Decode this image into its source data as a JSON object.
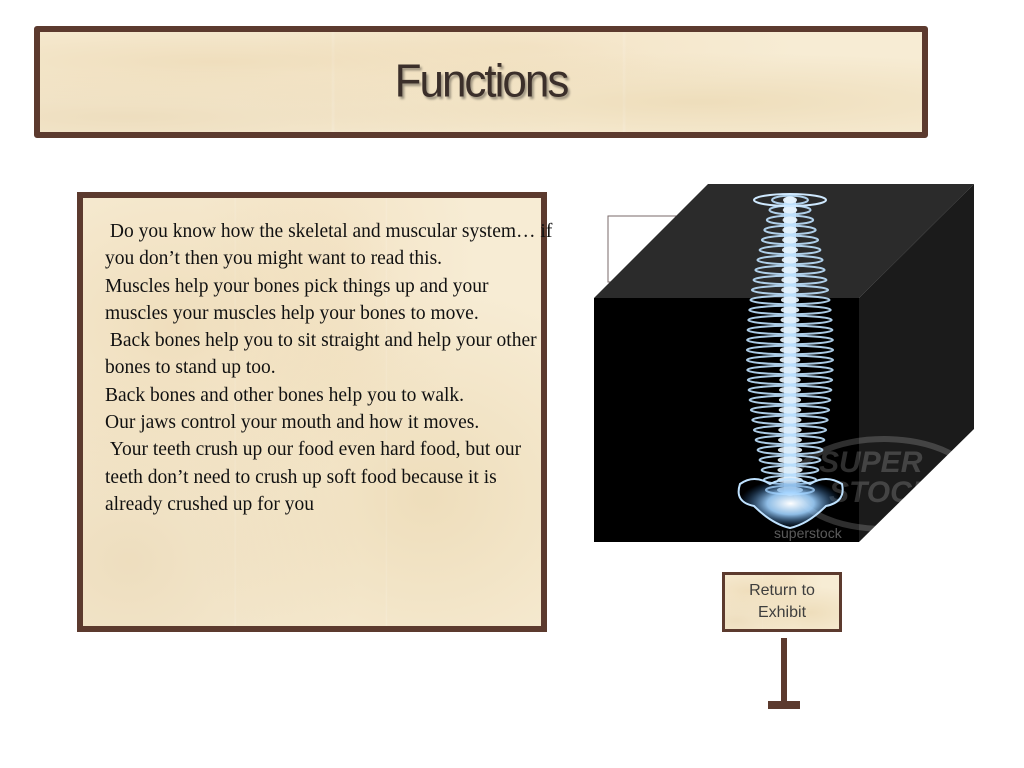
{
  "title": "Functions",
  "body_paragraphs": [
    " Do you know how the skeletal and muscular system… if you don’t then you might want to read this.",
    "Muscles help your bones pick things up and your muscles your muscles help your bones to move.",
    " Back bones help you to sit straight and help your other bones to stand up too.",
    "Back bones and other bones help you to walk.",
    "Our jaws control your mouth and how it moves.",
    " Your teeth crush up our food even hard food, but our teeth don’t need to crush up soft food because it is already crushed up for you"
  ],
  "image": {
    "description_icon": "spine-xray-image",
    "watermark_lines": [
      "SUPER",
      "STOCK",
      "superstock"
    ]
  },
  "return_button": {
    "label": "Return to Exhibit"
  },
  "colors": {
    "frame": "#5c3a2e",
    "parchment": "#f7ecd4",
    "cube_top": "#2b2b2b",
    "cube_side": "#1b1b1b",
    "cube_front": "#000000",
    "spine_glow": "#9fd2ff"
  }
}
